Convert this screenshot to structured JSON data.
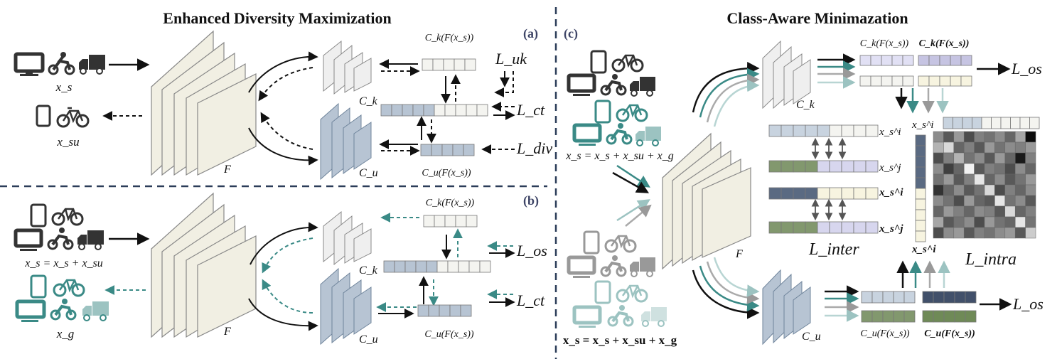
{
  "titles": {
    "left": "Enhanced Diversity Maximization",
    "right": "Class-Aware Minimazation"
  },
  "panels": {
    "a": "(a)",
    "b": "(b)",
    "c": "(c)"
  },
  "labels": {
    "xs": "x_s",
    "xsu": "x_su",
    "xg": "x_g",
    "F": "F",
    "Ck": "C_k",
    "Cu": "C_u",
    "CkF": "C_k(F(x_s))",
    "CuF": "C_u(F(x_s))",
    "CkFbold": "C_k(F(x_s))",
    "CuFbold": "C_u(F(x_s))",
    "Luk": "L_uk",
    "Lct": "L_ct",
    "Ldiv": "L_div",
    "Los": "L_os",
    "Linter": "L_inter",
    "Lintra": "L_intra",
    "eq_b": "x_s = x_s + x_su",
    "eq_c1": "x_s = x_s + x_su + x_g",
    "eq_c2": "x_s = x_s + x_su + x_g",
    "xsi": "x_s^i",
    "xsj": "x_s^j"
  },
  "icons": [
    "monitor-icon",
    "motorbike-icon",
    "truck-icon",
    "tablet-icon",
    "bicycle-icon"
  ],
  "colors": {
    "teal": "#3a8a86",
    "slate": "#6f849b",
    "slate_light": "#b7c4d3",
    "cream": "#f1efe3",
    "green": "#82986e",
    "lavender": "#d7d6ee",
    "navy": "#41506a",
    "divider": "#2c3d59"
  },
  "matrix": {
    "rows": 10,
    "cols": 10,
    "grays": [
      [
        0.55,
        0.35,
        0.6,
        0.3,
        0.5,
        0.45,
        0.55,
        0.4,
        0.65,
        0.05
      ],
      [
        0.7,
        0.85,
        0.4,
        0.5,
        0.35,
        0.6,
        0.45,
        0.55,
        0.5,
        0.6
      ],
      [
        0.3,
        0.5,
        0.7,
        0.45,
        0.55,
        0.35,
        0.6,
        0.4,
        0.1,
        0.5
      ],
      [
        0.55,
        0.25,
        0.4,
        0.95,
        0.35,
        0.5,
        0.45,
        0.3,
        0.55,
        0.4
      ],
      [
        0.45,
        0.6,
        0.35,
        0.5,
        0.9,
        0.4,
        0.55,
        0.35,
        0.45,
        0.6
      ],
      [
        0.2,
        0.4,
        0.55,
        0.35,
        0.45,
        0.85,
        0.3,
        0.5,
        0.4,
        0.55
      ],
      [
        0.55,
        0.45,
        0.3,
        0.6,
        0.4,
        0.35,
        0.9,
        0.45,
        0.55,
        0.35
      ],
      [
        0.4,
        0.6,
        0.5,
        0.4,
        0.55,
        0.5,
        0.35,
        0.85,
        0.4,
        0.5
      ],
      [
        0.65,
        0.35,
        0.45,
        0.55,
        0.3,
        0.6,
        0.45,
        0.4,
        0.9,
        0.45
      ],
      [
        0.3,
        0.55,
        0.6,
        0.35,
        0.5,
        0.45,
        0.55,
        0.6,
        0.35,
        0.8
      ]
    ]
  }
}
